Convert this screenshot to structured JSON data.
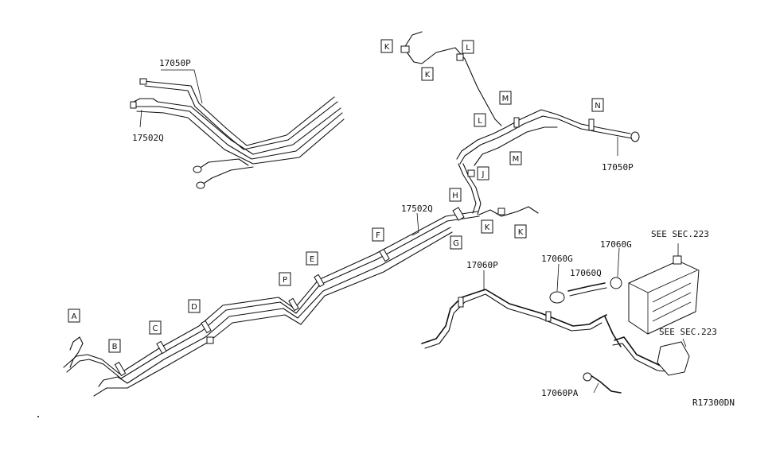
{
  "diagram": {
    "part_numbers": {
      "p_17050P_top": "17050P",
      "p_17502Q_top": "17502Q",
      "p_17502Q_mid": "17502Q",
      "p_17050P_right": "17050P",
      "p_17060P": "17060P",
      "p_17060G_a": "17060G",
      "p_17060G_b": "17060G",
      "p_17060Q": "17060Q",
      "p_17060PA": "17060PA",
      "see_sec_1": "SEE SEC.223",
      "see_sec_2": "SEE SEC.223"
    },
    "callouts": {
      "A": "A",
      "B": "B",
      "C": "C",
      "D": "D",
      "P": "P",
      "E": "E",
      "F": "F",
      "G": "G",
      "H": "H",
      "J": "J",
      "K1": "K",
      "K2": "K",
      "K3": "K",
      "K4": "K",
      "L1": "L",
      "L2": "L",
      "M1": "M",
      "M2": "M",
      "N": "N"
    },
    "diagram_id": "R17300DN"
  }
}
